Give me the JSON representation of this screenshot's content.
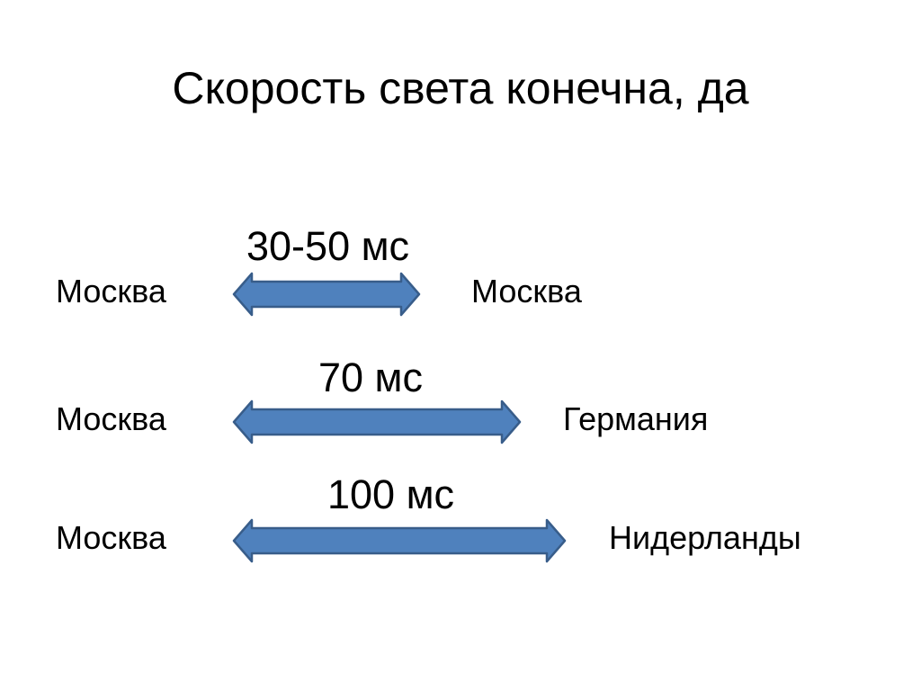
{
  "title": "Скорость света конечна, да",
  "colors": {
    "arrow_fill": "#4f81bd",
    "arrow_stroke": "#385d8a"
  },
  "routes": [
    {
      "from": "Москва",
      "to": "Москва",
      "latency": "30-50 мс"
    },
    {
      "from": "Москва",
      "to": "Германия",
      "latency": "70 мс"
    },
    {
      "from": "Москва",
      "to": "Нидерланды",
      "latency": "100 мс"
    }
  ]
}
